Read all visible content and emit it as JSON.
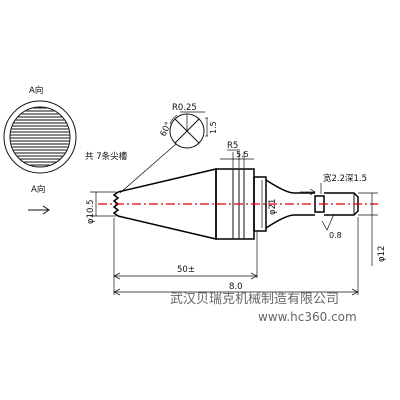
{
  "view": {
    "label": "A向",
    "arrow_label": "A向"
  },
  "notes": {
    "groove_note": "共 7条尖槽"
  },
  "dimensions": {
    "radius_tip": "R0.25",
    "angle": "60°",
    "depth": "1.5",
    "fillet": "R5",
    "width_5_5": "5.5",
    "groove_spec": "宽2.2深1.5",
    "dia_tip": "φ10.5",
    "dia_body": "φ21",
    "dia_shaft": "φ12",
    "roughness": "0.8",
    "len_50": "50±",
    "len_80": "8.0"
  },
  "watermark": {
    "company": "武汉贝瑞克机械制造有限公司",
    "url": "www.hc360.com"
  },
  "colors": {
    "centerline": "#e00000",
    "ink": "#111111"
  }
}
